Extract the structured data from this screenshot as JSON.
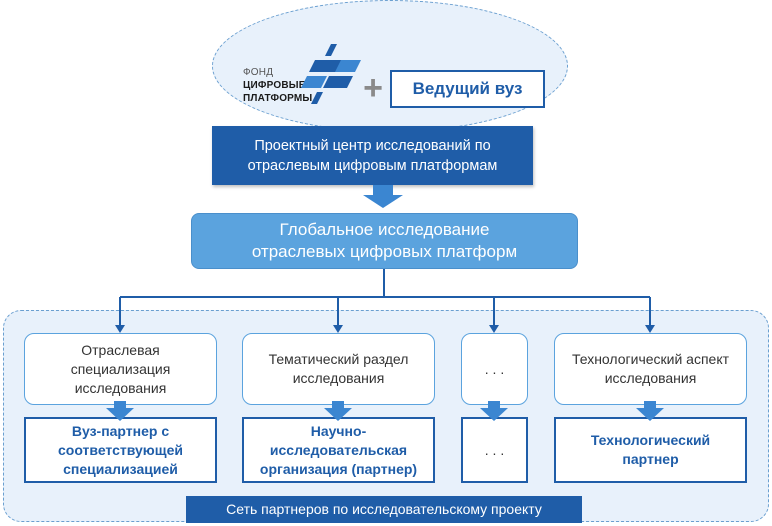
{
  "top": {
    "logo": {
      "line1": "ФОНД",
      "line2": "ЦИФРОВЫЕ",
      "line3": "ПЛАТФОРМЫ"
    },
    "plus": "+",
    "lead_university": "Ведущий вуз"
  },
  "project_center": "Проектный центр исследований по отраслевым цифровым платформам",
  "global_research": "Глобальное исследование отраслевых цифровых платформ",
  "columns": [
    {
      "upper": "Отраслевая специализация исследования",
      "lower": "Вуз-партнер с соответствующей специализацией"
    },
    {
      "upper": "Тематический раздел исследования",
      "lower": "Научно-исследовательская организация (партнер)"
    },
    {
      "upper": ". . .",
      "lower": ". . ."
    },
    {
      "upper": "Технологический аспект исследования",
      "lower": "Технологический партнер"
    }
  ],
  "network_label": "Сеть партнеров по исследовательскому проекту",
  "colors": {
    "dark_blue": "#1f5da8",
    "mid_blue": "#5ba3de",
    "arrow_blue": "#3b86d1",
    "light_fill": "#e8f1fb"
  }
}
